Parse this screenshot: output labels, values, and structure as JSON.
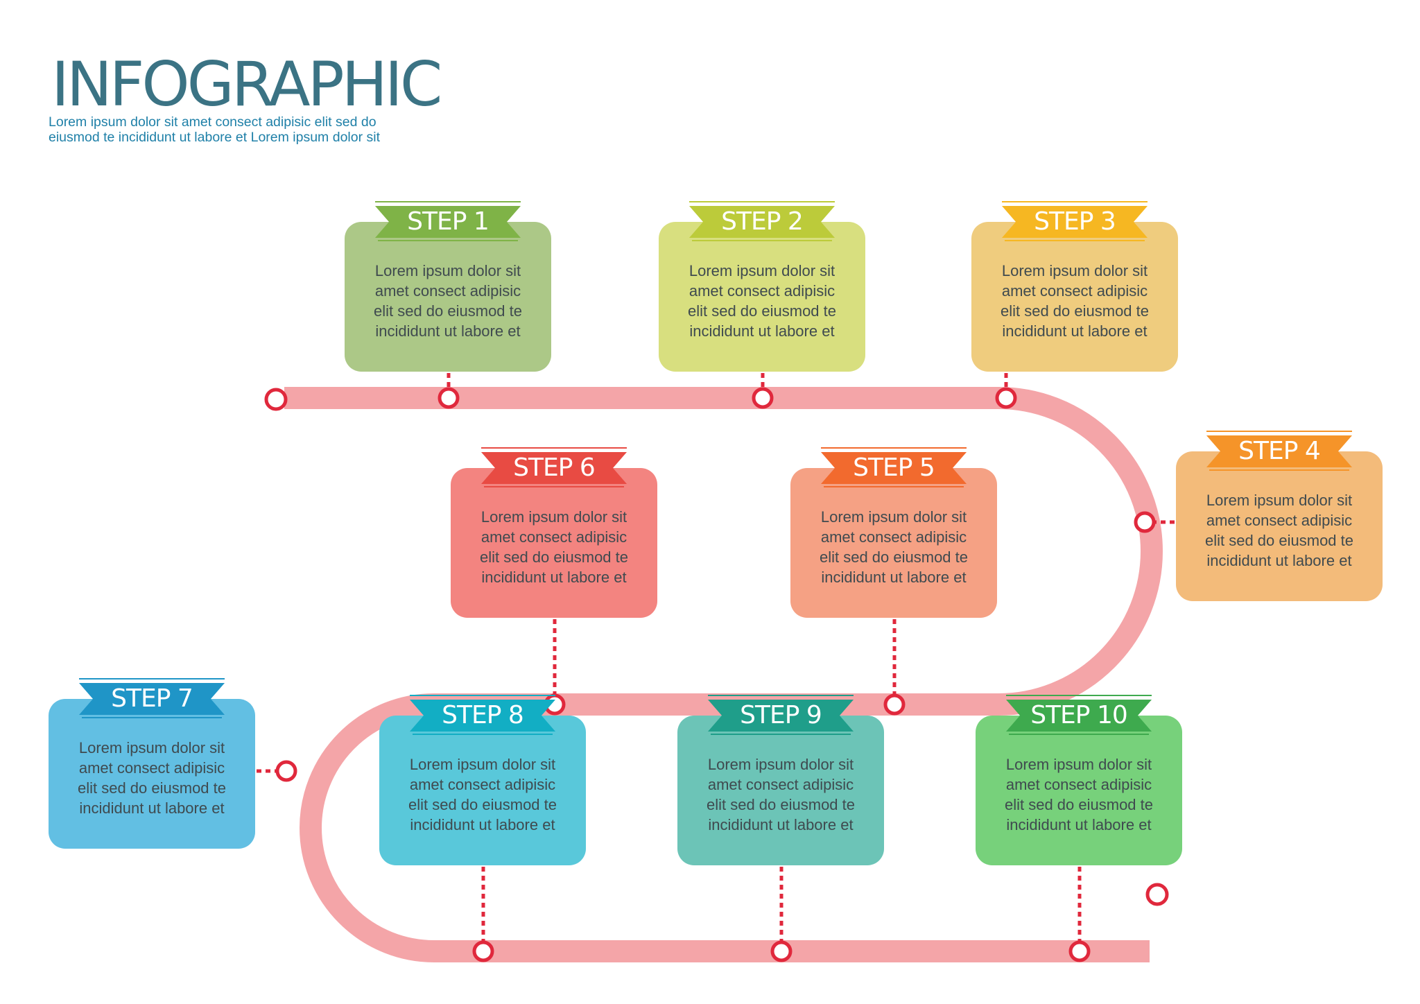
{
  "header": {
    "title": "INFOGRAPHIC",
    "subtitle_lines": [
      "Lorem ipsum dolor sit amet consect adipisic elit sed do",
      "eiusmod te incididunt ut labore et Lorem ipsum dolor sit"
    ]
  },
  "colors": {
    "title": "#3b7384",
    "subtitle": "#1f80a8",
    "path": "#f4a5a8",
    "marker": "#e0283c",
    "box_text": "#3f4a4f"
  },
  "steps": [
    {
      "label": "STEP 1",
      "box_color": "#acc887",
      "ribbon_color": "#7fb347",
      "text_lines": [
        "Lorem ipsum dolor sit",
        "amet consect adipisic",
        "elit sed do eiusmod te",
        "incididunt ut labore et"
      ]
    },
    {
      "label": "STEP 2",
      "box_color": "#d8df7f",
      "ribbon_color": "#bccb3a",
      "text_lines": [
        "Lorem ipsum dolor sit",
        "amet consect adipisic",
        "elit sed do eiusmod te",
        "incididunt ut labore et"
      ]
    },
    {
      "label": "STEP 3",
      "box_color": "#efcc7e",
      "ribbon_color": "#f6b722",
      "text_lines": [
        "Lorem ipsum dolor sit",
        "amet consect adipisic",
        "elit sed do eiusmod te",
        "incididunt ut labore et"
      ]
    },
    {
      "label": "STEP 4",
      "box_color": "#f3bb7a",
      "ribbon_color": "#f59429",
      "text_lines": [
        "Lorem ipsum dolor sit",
        "amet consect adipisic",
        "elit sed do eiusmod te",
        "incididunt ut labore et"
      ]
    },
    {
      "label": "STEP 5",
      "box_color": "#f5a184",
      "ribbon_color": "#f26a2e",
      "text_lines": [
        "Lorem ipsum dolor sit",
        "amet consect adipisic",
        "elit sed do eiusmod te",
        "incididunt ut labore et"
      ]
    },
    {
      "label": "STEP 6",
      "box_color": "#f38480",
      "ribbon_color": "#e84b43",
      "text_lines": [
        "Lorem ipsum dolor sit",
        "amet consect adipisic",
        "elit sed do eiusmod te",
        "incididunt ut labore et"
      ]
    },
    {
      "label": "STEP 7",
      "box_color": "#62bfe3",
      "ribbon_color": "#1f95c7",
      "text_lines": [
        "Lorem ipsum dolor sit",
        "amet consect adipisic",
        "elit sed do eiusmod te",
        "incididunt ut labore et"
      ]
    },
    {
      "label": "STEP 8",
      "box_color": "#59c8da",
      "ribbon_color": "#12aec4",
      "text_lines": [
        "Lorem ipsum dolor sit",
        "amet consect adipisic",
        "elit sed do eiusmod te",
        "incididunt ut labore et"
      ]
    },
    {
      "label": "STEP 9",
      "box_color": "#6cc4b7",
      "ribbon_color": "#1f9e8a",
      "text_lines": [
        "Lorem ipsum dolor sit",
        "amet consect adipisic",
        "elit sed do eiusmod te",
        "incididunt ut labore et"
      ]
    },
    {
      "label": "STEP 10",
      "box_color": "#77d17b",
      "ribbon_color": "#3eaa4e",
      "text_lines": [
        "Lorem ipsum dolor sit",
        "amet consect adipisic",
        "elit sed do eiusmod te",
        "incididunt ut labore et"
      ]
    }
  ]
}
